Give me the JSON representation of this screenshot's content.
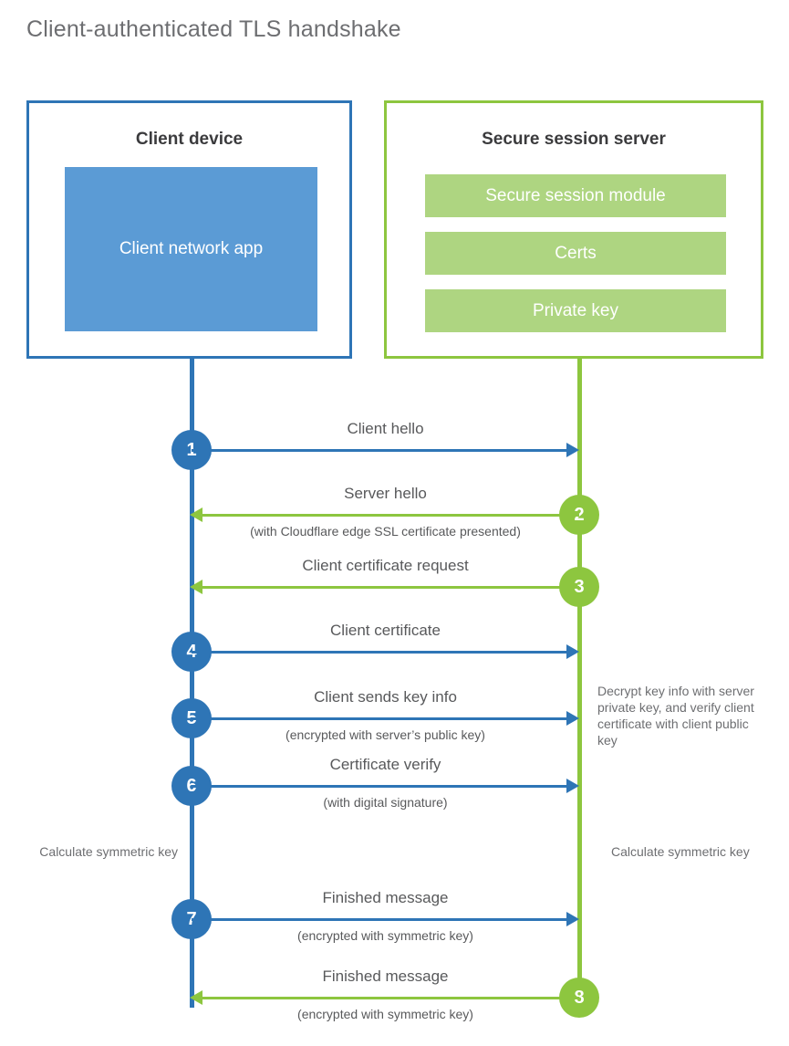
{
  "title": "Client-authenticated TLS handshake",
  "colors": {
    "client_accent": "#2e75b6",
    "client_fill": "#5b9bd5",
    "server_accent": "#8dc63f",
    "server_fill": "#aed581",
    "text": "#58595b"
  },
  "actors": {
    "client": {
      "title": "Client device",
      "app_label": "Client network app"
    },
    "server": {
      "title": "Secure session server",
      "components": [
        "Secure session module",
        "Certs",
        "Private key"
      ]
    }
  },
  "steps": [
    {
      "number": "1",
      "side": "client",
      "direction": "right",
      "primary": "Client hello",
      "secondary": ""
    },
    {
      "number": "2",
      "side": "server",
      "direction": "left",
      "primary": "Server hello",
      "secondary": "(with Cloudflare edge SSL certificate presented)"
    },
    {
      "number": "3",
      "side": "server",
      "direction": "left",
      "primary": "Client certificate request",
      "secondary": ""
    },
    {
      "number": "4",
      "side": "client",
      "direction": "right",
      "primary": "Client certificate",
      "secondary": ""
    },
    {
      "number": "5",
      "side": "client",
      "direction": "right",
      "primary": "Client sends key info",
      "secondary": "(encrypted with server’s public key)"
    },
    {
      "number": "6",
      "side": "client",
      "direction": "right",
      "primary": "Certificate verify",
      "secondary": "(with digital signature)"
    },
    {
      "number": "7",
      "side": "client",
      "direction": "right",
      "primary": "Finished message",
      "secondary": "(encrypted with symmetric key)"
    },
    {
      "number": "8",
      "side": "server",
      "direction": "left",
      "primary": "Finished message",
      "secondary": "(encrypted with symmetric key)"
    }
  ],
  "annotations": {
    "decrypt": "Decrypt key info with server private key, and verify client certificate with client public key",
    "calculate_client": "Calculate symmetric key",
    "calculate_server": "Calculate symmetric key"
  }
}
